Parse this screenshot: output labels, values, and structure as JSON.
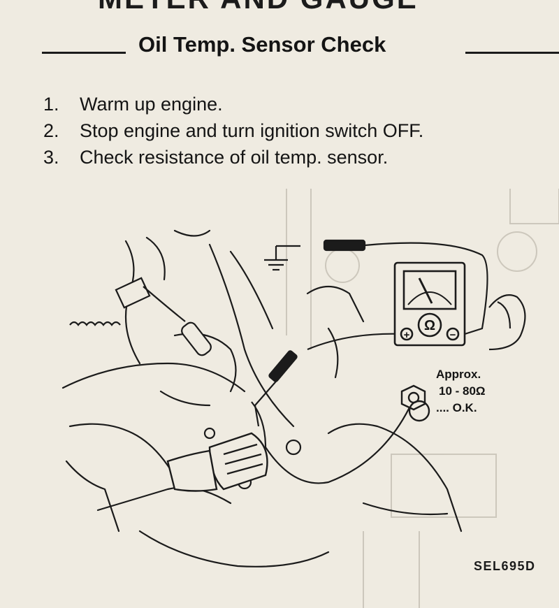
{
  "header": {
    "top_heading": "METER AND GAUGE",
    "section_title": "Oil Temp. Sensor Check"
  },
  "steps": [
    {
      "num": "1.",
      "text": "Warm up engine."
    },
    {
      "num": "2.",
      "text": "Stop engine and turn ignition switch OFF."
    },
    {
      "num": "3.",
      "text": "Check resistance of oil temp. sensor."
    }
  ],
  "figure": {
    "ohmmeter_symbol": "Ω",
    "plus_terminal": "+",
    "minus_terminal": "−",
    "callout_line1": "Approx.",
    "callout_line2": "10 - 80Ω",
    "callout_line3": ".... O.K.",
    "figure_code": "SEL695D"
  },
  "colors": {
    "paper": "#efebe1",
    "ink": "#141414",
    "bleed_through": "#c9c4b8"
  }
}
